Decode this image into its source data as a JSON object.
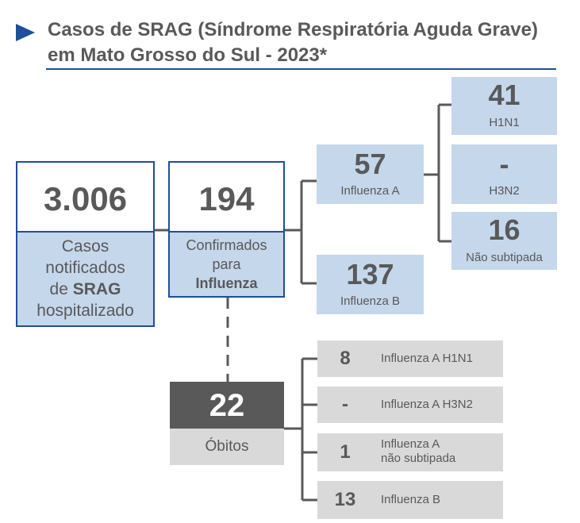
{
  "header": {
    "title": "Casos de SRAG (Síndrome Respiratória Aguda Grave) em Mato Grosso do Sul - 2023*"
  },
  "notified": {
    "number": "3.006",
    "label_line1": "Casos",
    "label_line2": "notificados",
    "label_line3_pre": "de ",
    "label_line3_bold": "SRAG",
    "label_line4": "hospitalizado"
  },
  "confirmed": {
    "number": "194",
    "label_line1": "Confirmados",
    "label_line2": "para",
    "label_line3_bold": "Influenza"
  },
  "influenza_a": {
    "number": "57",
    "label": "Influenza A"
  },
  "influenza_b": {
    "number": "137",
    "label": "Influenza B"
  },
  "subtypes": {
    "h1n1": {
      "number": "41",
      "label": "H1N1"
    },
    "h3n2": {
      "number": "-",
      "label": "H3N2"
    },
    "unsub": {
      "number": "16",
      "label": "Não subtipada"
    }
  },
  "deaths": {
    "number": "22",
    "label": "Óbitos",
    "items": [
      {
        "number": "8",
        "label": "Influenza A H1N1"
      },
      {
        "number": "-",
        "label": "Influenza A H3N2"
      },
      {
        "number": "1",
        "label_line1": "Influenza A",
        "label_line2": "não subtipada"
      },
      {
        "number": "13",
        "label": "Influenza B"
      }
    ]
  },
  "colors": {
    "navy": "#1f4e9c",
    "light_blue": "#c5d7ea",
    "text_gray": "#595959",
    "light_gray": "#d9d9d9",
    "line_gray": "#595959"
  }
}
